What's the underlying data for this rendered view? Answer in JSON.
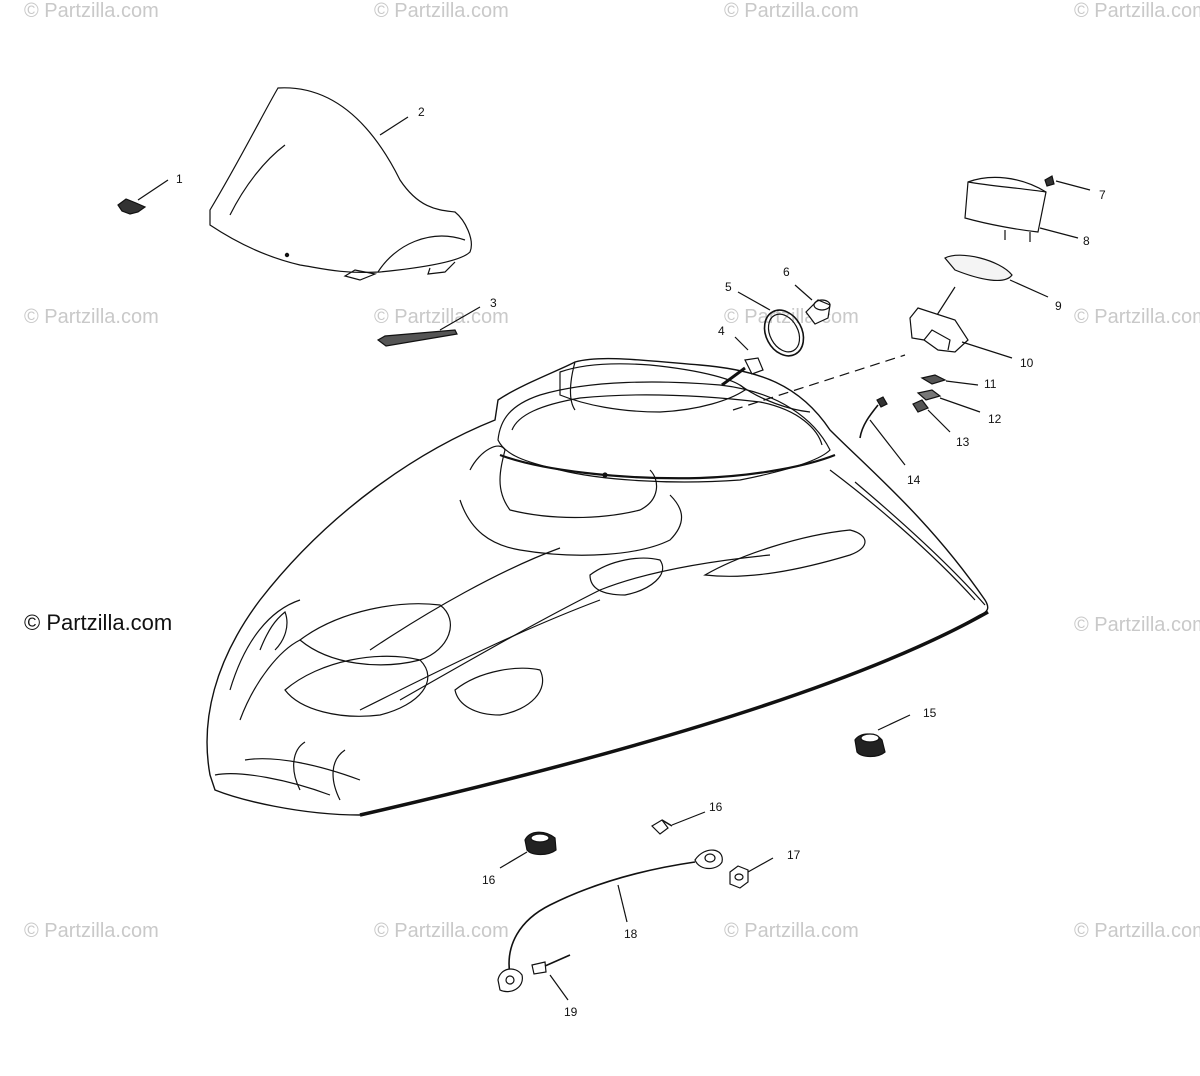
{
  "watermark": "© Partzilla.com",
  "copyright": "© Partzilla.com",
  "callouts": [
    "1",
    "2",
    "3",
    "4",
    "5",
    "6",
    "7",
    "8",
    "9",
    "10",
    "11",
    "12",
    "13",
    "14",
    "15",
    "16",
    "16",
    "17",
    "18",
    "19"
  ]
}
